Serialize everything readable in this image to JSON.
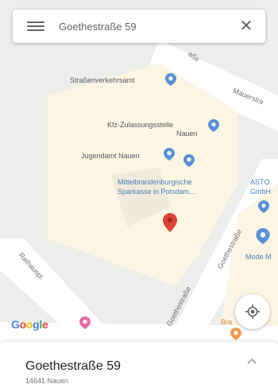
{
  "search": {
    "query": "Goethestraße 59"
  },
  "map": {
    "labels": {
      "strassenverkehrsamt": "Straßenverkehrsamt",
      "kfz_line1": "Kfz-Zulassungsstelle",
      "kfz_line2": "Nauen",
      "jugendamt": "Jugendamt Nauen",
      "sparkasse_line1": "Mittelbrandenburgische",
      "sparkasse_line2": "Sparkasse in Potsdam...",
      "asto_line1": "ASTO",
      "asto_line2": "GmbH",
      "mode": "Mode M",
      "brau": "Bra",
      "street_goethestrasse_1": "Goethestraße",
      "street_goethestrasse_2": "Goethestraße",
      "street_rathausplatz": "Rathauspl.",
      "street_mauerstrasse": "Mauerstra",
      "street_top": "aße"
    },
    "colors": {
      "building_block": "#fbf5e3",
      "road": "#ffffff",
      "pin_red": "#db4437",
      "poi_blue": "#5b8fd6",
      "poi_pink": "#e66fa6",
      "poi_orange": "#f29a4a"
    },
    "icons": [
      "hamburger-menu-icon",
      "close-icon",
      "location-pin-icon",
      "my-location-icon",
      "chevron-up-icon"
    ]
  },
  "branding": {
    "logo": [
      "G",
      "o",
      "o",
      "g",
      "l",
      "e"
    ]
  },
  "place": {
    "title": "Goethestraße 59",
    "subtitle": "14641 Nauen"
  }
}
